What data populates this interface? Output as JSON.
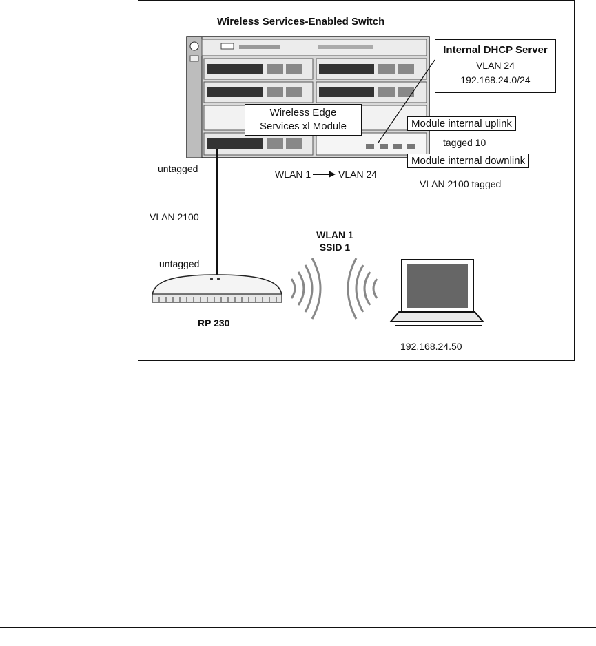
{
  "title": "Wireless Services-Enabled Switch",
  "dhcp": {
    "name": "Internal DHCP Server",
    "vlan": "VLAN 24",
    "subnet": "192.168.24.0/24"
  },
  "module": {
    "line1": "Wireless Edge",
    "line2": "Services xl Module"
  },
  "uplink": {
    "label": "Module internal uplink",
    "tag": "tagged 10"
  },
  "downlink": {
    "label": "Module internal downlink",
    "tag": "VLAN 2100 tagged"
  },
  "wlan_map": {
    "from": "WLAN 1",
    "to": "VLAN 24"
  },
  "cable": {
    "switch_end": "untagged",
    "vlan": "VLAN 2100",
    "ap_end": "untagged"
  },
  "wireless": {
    "wlan": "WLAN 1",
    "ssid": "SSID 1"
  },
  "ap": {
    "name": "RP 230"
  },
  "laptop": {
    "ip": "192.168.24.50"
  }
}
